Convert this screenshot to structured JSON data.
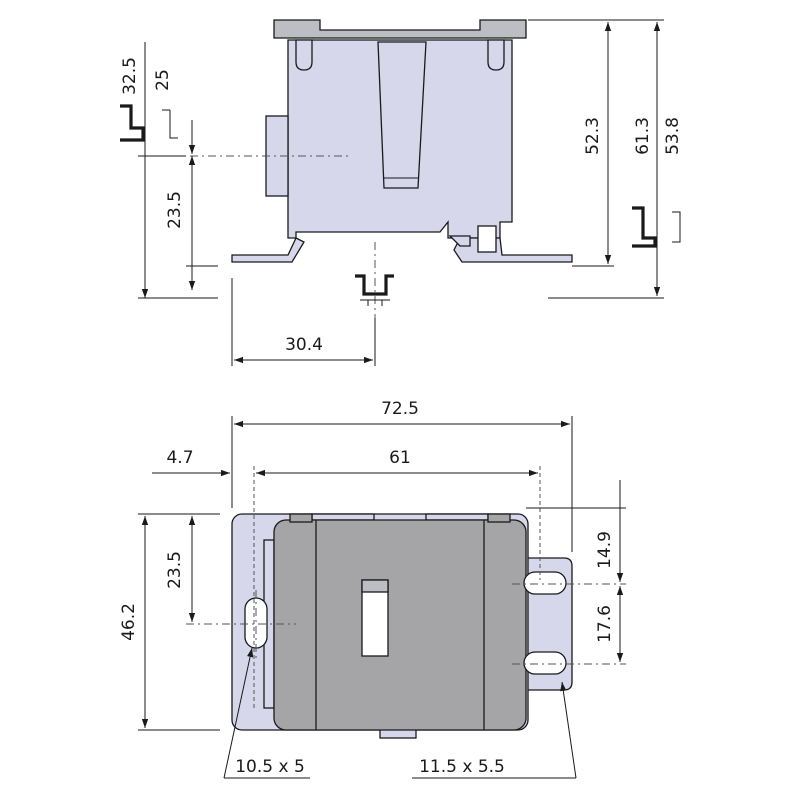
{
  "dimensions": {
    "side_rail_height": "32.5",
    "side_rail_inner": "25",
    "side_mount_height": "23.5",
    "side_height_1": "52.3",
    "side_height_2": "61.3",
    "side_height_3": "53.8",
    "side_foot_width": "30.4",
    "plan_total_width": "72.5",
    "plan_offset": "4.7",
    "plan_body_width": "61",
    "plan_depth": "46.2",
    "plan_mount_offset": "23.5",
    "plan_slot_top": "14.9",
    "plan_slot_spacing": "17.6",
    "slot_left": "10.5 x 5",
    "slot_right": "11.5 x 5.5"
  }
}
